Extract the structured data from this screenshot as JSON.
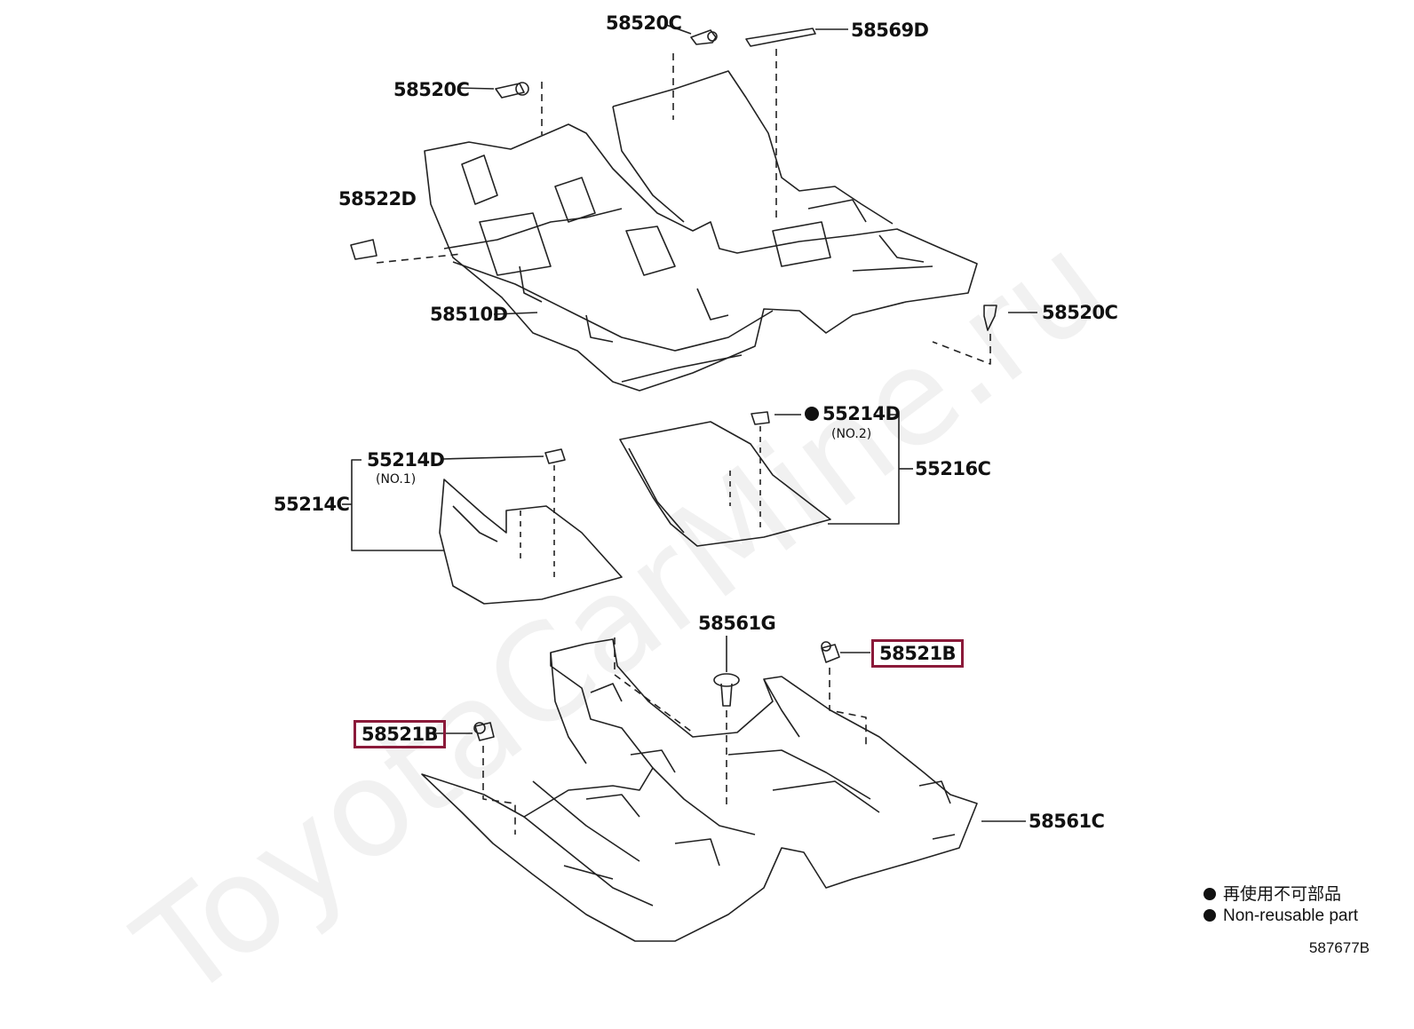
{
  "watermark": "ToyotaCarMine.ru",
  "parts": {
    "p58520C_top": "58520C",
    "p58569D": "58569D",
    "p58520C_left": "58520C",
    "p58522D": "58522D",
    "p58510D": "58510D",
    "p58520C_right": "58520C",
    "p55214D_no1": "55214D",
    "p55214D_no1_sub": "(NO.1)",
    "p55214C": "55214C",
    "p55214D_no2": "55214D",
    "p55214D_no2_sub": "(NO.2)",
    "p55216C": "55216C",
    "p58561G": "58561G",
    "p58521B_right": "58521B",
    "p58521B_left": "58521B",
    "p58561C": "58561C"
  },
  "legend": {
    "line1": "再使用不可部品",
    "line2": "Non-reusable part"
  },
  "diagram_id": "587677B",
  "colors": {
    "highlight": "#8b1a3a",
    "line": "#222222"
  }
}
